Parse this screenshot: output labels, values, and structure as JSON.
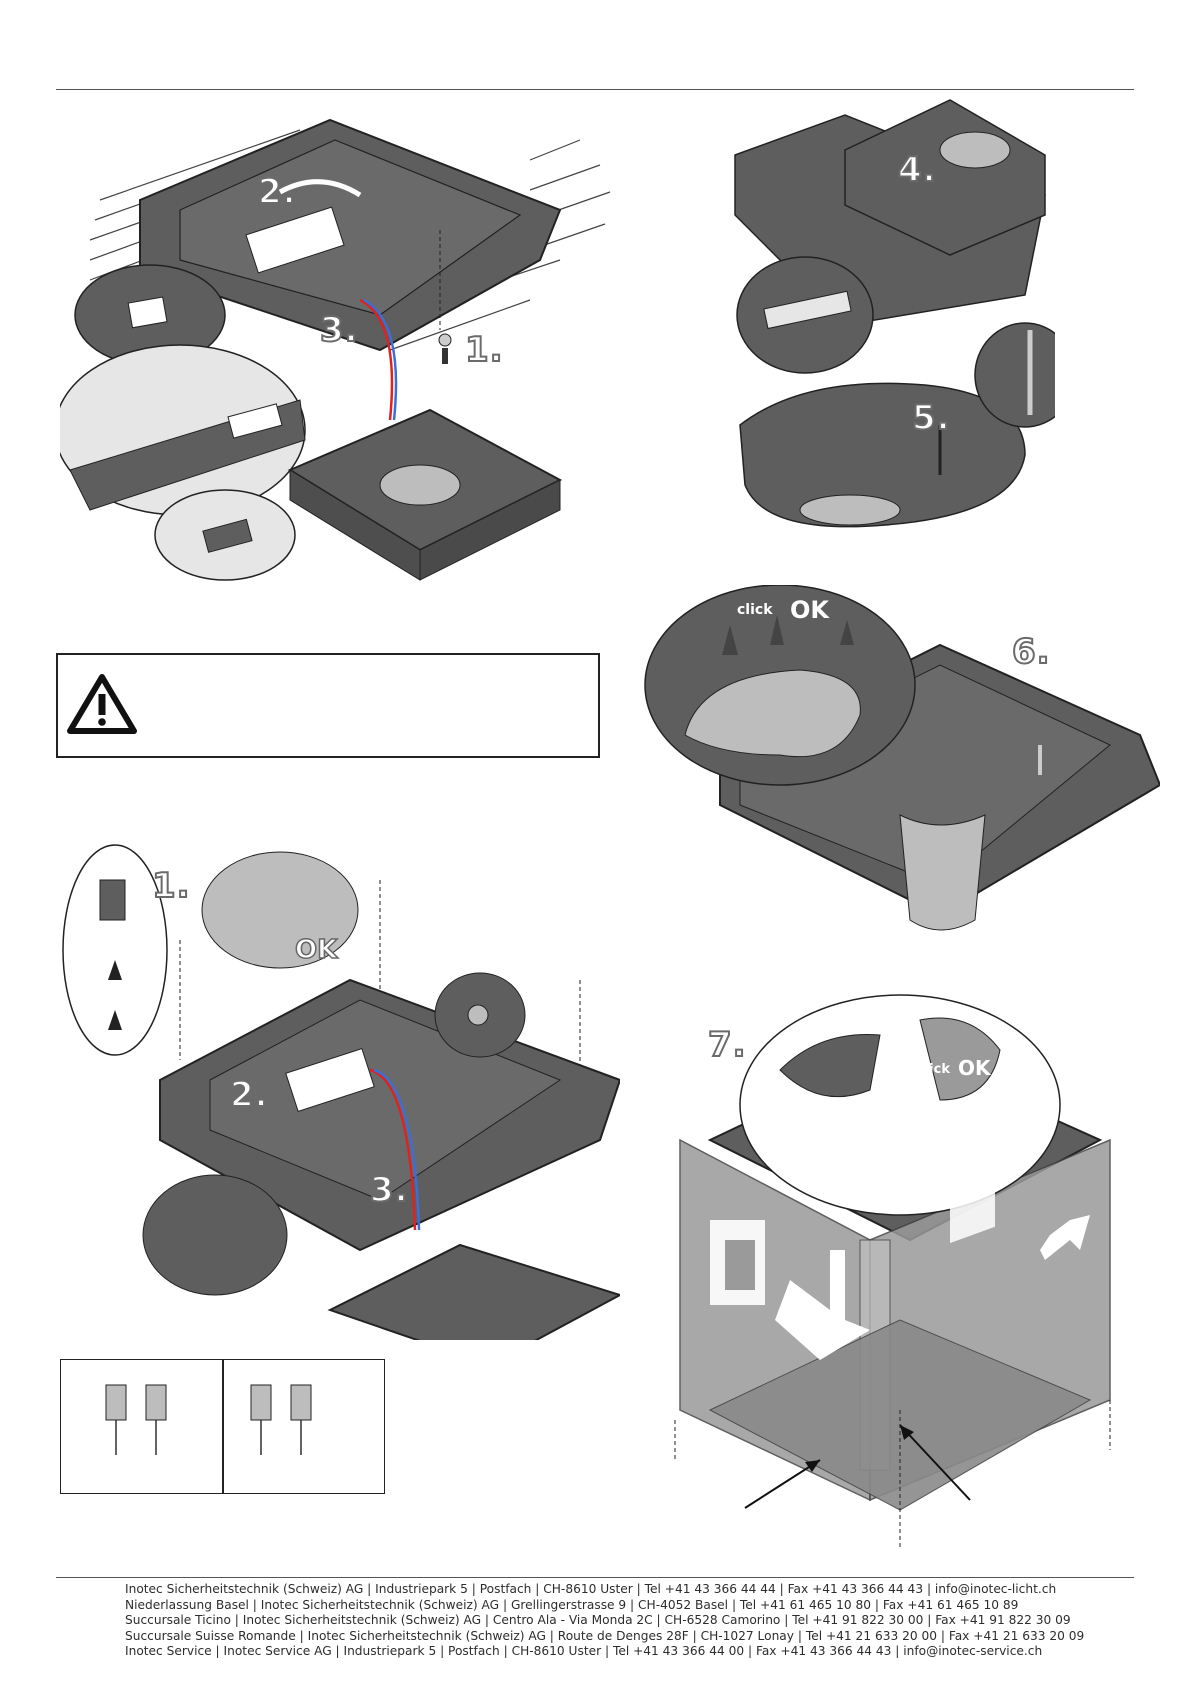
{
  "steps_top_left": [
    "1.",
    "2.",
    "3."
  ],
  "steps_top_right": [
    "4.",
    "5."
  ],
  "step_6": "6.",
  "step_7": "7.",
  "steps_bottom_left": [
    "1.",
    "2.",
    "3."
  ],
  "labels": {
    "ok_1": "OK",
    "click_6": "click",
    "ok_6": "OK",
    "click_7": "click",
    "ok_7": "OK"
  },
  "icons": [
    "warning-triangle-icon",
    "ground-symbol-icon",
    "exit-running-man-icon",
    "arrow-down-icon",
    "arrow-diagonal-icon"
  ],
  "colors": {
    "device_gray": "#5e5e5e",
    "panel_light": "#bdbdbd",
    "wire_red": "#d22",
    "wire_blue": "#3a6fd8"
  },
  "footer": [
    "Inotec Sicherheitstechnik (Schweiz) AG | Industriepark 5 | Postfach | CH-8610 Uster | Tel +41 43 366 44 44 | Fax +41 43 366 44 43 | info@inotec-licht.ch",
    "Niederlassung Basel | Inotec Sicherheitstechnik (Schweiz) AG | Grellingerstrasse 9 | CH-4052 Basel | Tel +41 61 465 10 80 | Fax +41 61 465 10 89",
    "Succursale Ticino | Inotec Sicherheitstechnik (Schweiz) AG | Centro Ala - Via Monda 2C | CH-6528 Camorino | Tel +41 91 822 30 00 | Fax +41 91 822 30 09",
    "Succursale Suisse Romande | Inotec Sicherheitstechnik (Schweiz) AG | Route de Denges 28F | CH-1027 Lonay | Tel +41 21 633 20 00 | Fax +41 21 633 20 09",
    "Inotec Service | Inotec Service AG | Industriepark 5 | Postfach | CH-8610 Uster | Tel +41 43 366 44 00 | Fax +41 43 366 44 43 | info@inotec-service.ch"
  ]
}
